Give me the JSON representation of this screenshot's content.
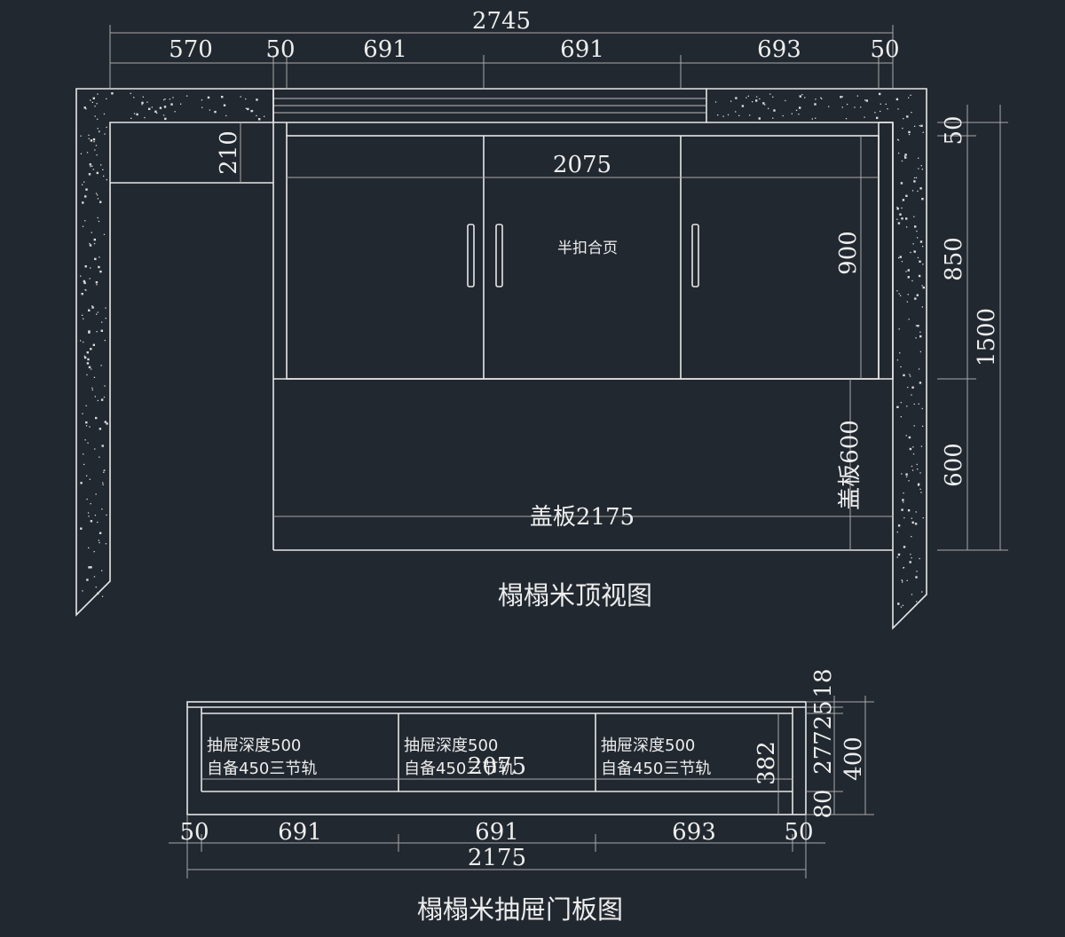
{
  "top_view": {
    "title": "榻榻米顶视图",
    "hinge_note": "半扣合页",
    "dims": {
      "total_width": "2745",
      "seg_570": "570",
      "seg_50_left": "50",
      "seg_691_a": "691",
      "seg_691_b": "691",
      "seg_693": "693",
      "seg_50_right": "50",
      "h_210": "210",
      "inner_2075": "2075",
      "v_900": "900",
      "v_50": "50",
      "v_850": "850",
      "v_1500": "1500",
      "v_600": "600",
      "cover_600": "盖板600",
      "cover_2175": "盖板2175"
    }
  },
  "drawer_view": {
    "title": "榻榻米抽屉门板图",
    "drawer_depth": "抽屉深度500",
    "drawer_rail": "自备450三节轨",
    "dims": {
      "inner_2075": "2075",
      "b_50_left": "50",
      "b_691_a": "691",
      "b_691_b": "691",
      "b_693": "693",
      "b_50_right": "50",
      "total_2175": "2175",
      "v_382": "382",
      "v_18": "18",
      "v_25": "25",
      "v_277": "277",
      "v_400": "400",
      "v_80": "80"
    }
  }
}
